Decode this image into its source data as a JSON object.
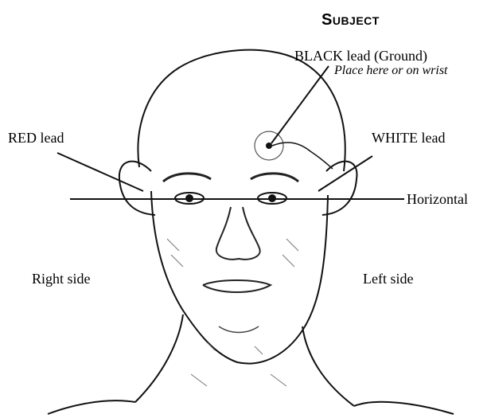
{
  "diagram": {
    "title": "Subject",
    "labels": {
      "black_lead": "BLACK lead (Ground)",
      "black_note": "Place here or on wrist",
      "red_lead": "RED lead",
      "white_lead": "WHITE lead",
      "horizontal": "Horizontal",
      "right_side": "Right side",
      "left_side": "Left side"
    }
  }
}
